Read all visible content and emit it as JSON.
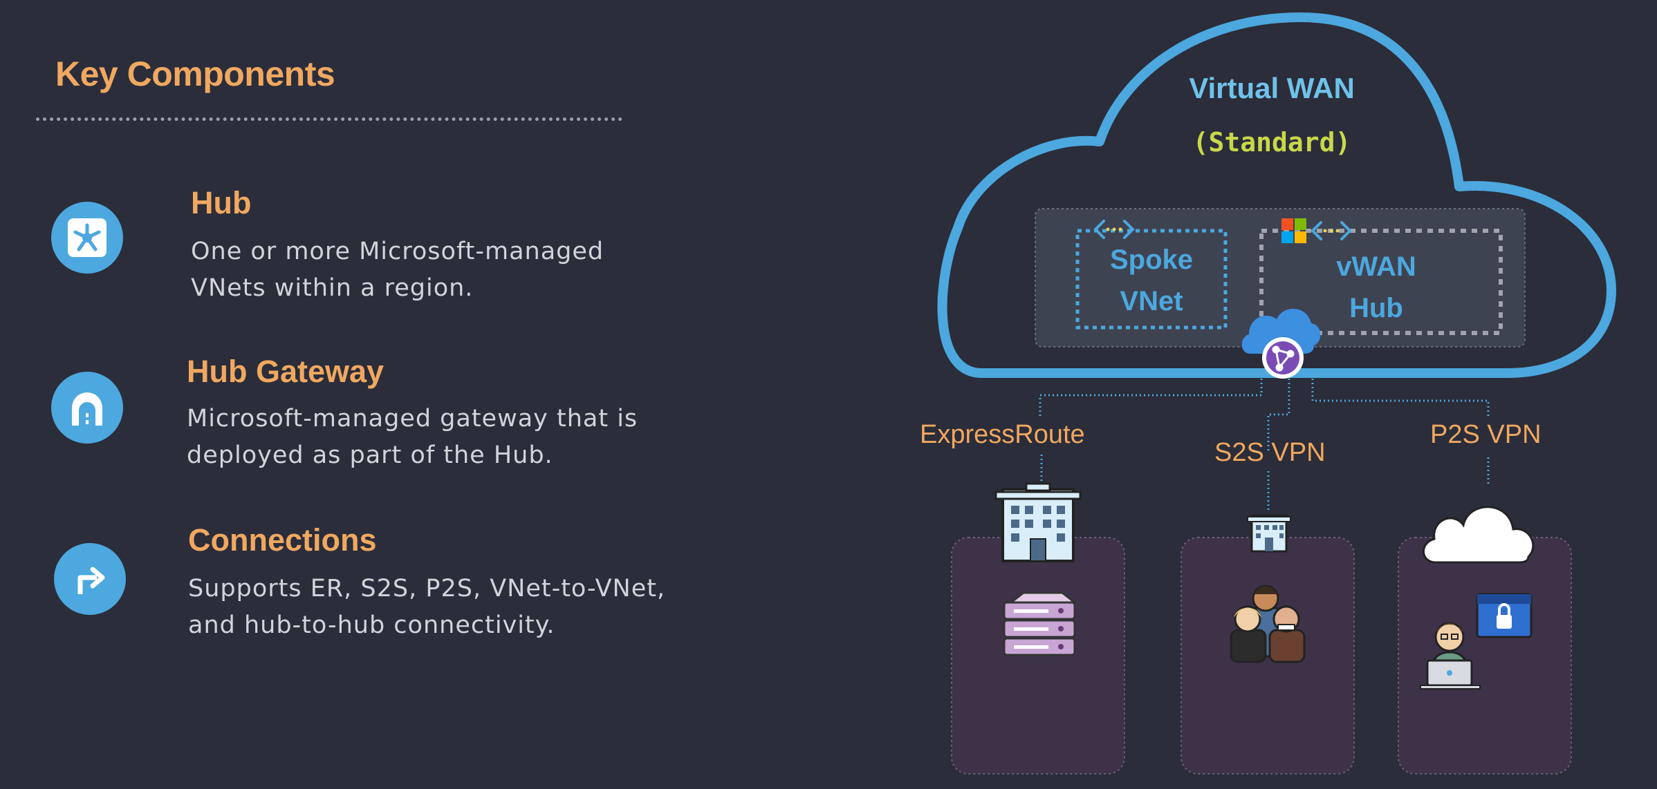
{
  "heading": "Key Components",
  "components": [
    {
      "icon": "hub-network-icon",
      "title": "Hub",
      "description": "One or more Microsoft-managed VNets within a region."
    },
    {
      "icon": "gateway-tunnel-icon",
      "title": "Hub Gateway",
      "description": "Microsoft-managed gateway that is deployed as part of the Hub."
    },
    {
      "icon": "turn-right-arrow-icon",
      "title": "Connections",
      "description": "Supports ER, S2S, P2S, VNet-to-VNet, and hub-to-hub connectivity."
    }
  ],
  "diagram": {
    "cloud_title": "Virtual WAN",
    "cloud_subtitle": "(Standard)",
    "spoke_label_1": "Spoke",
    "spoke_label_2": "VNet",
    "hub_label_1": "vWAN",
    "hub_label_2": "Hub",
    "connections": [
      "ExpressRoute",
      "S2S VPN",
      "P2S VPN"
    ],
    "colors": {
      "cloud_stroke": "#4ca8de",
      "accent": "#f0a860",
      "subtitle": "#c8d84a"
    }
  }
}
